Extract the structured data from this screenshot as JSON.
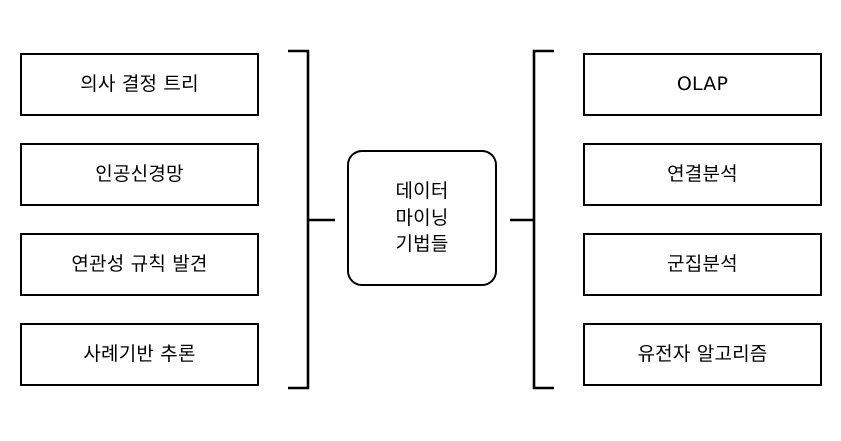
{
  "diagram": {
    "title": "데이터 마이닝 기법들",
    "type": "grouping-diagram",
    "background_color": "#ffffff",
    "stroke_color": "#000000",
    "text_color": "#000000"
  },
  "center": {
    "label_lines": [
      "데이터",
      "마이닝",
      "기법들"
    ],
    "line1": "데이터",
    "line2": "마이닝",
    "line3": "기법들",
    "shape": "rounded-rectangle"
  },
  "left_group": {
    "items": [
      {
        "label": "의사 결정 트리"
      },
      {
        "label": "인공신경망"
      },
      {
        "label": "연관성 규칙 발견"
      },
      {
        "label": "사례기반 추론"
      }
    ]
  },
  "right_group": {
    "items": [
      {
        "label": "OLAP"
      },
      {
        "label": "연결분석"
      },
      {
        "label": "군집분석"
      },
      {
        "label": "유전자 알고리즘"
      }
    ]
  },
  "connectors": {
    "left_brace": "left-curly-brace",
    "right_brace": "right-curly-brace"
  }
}
